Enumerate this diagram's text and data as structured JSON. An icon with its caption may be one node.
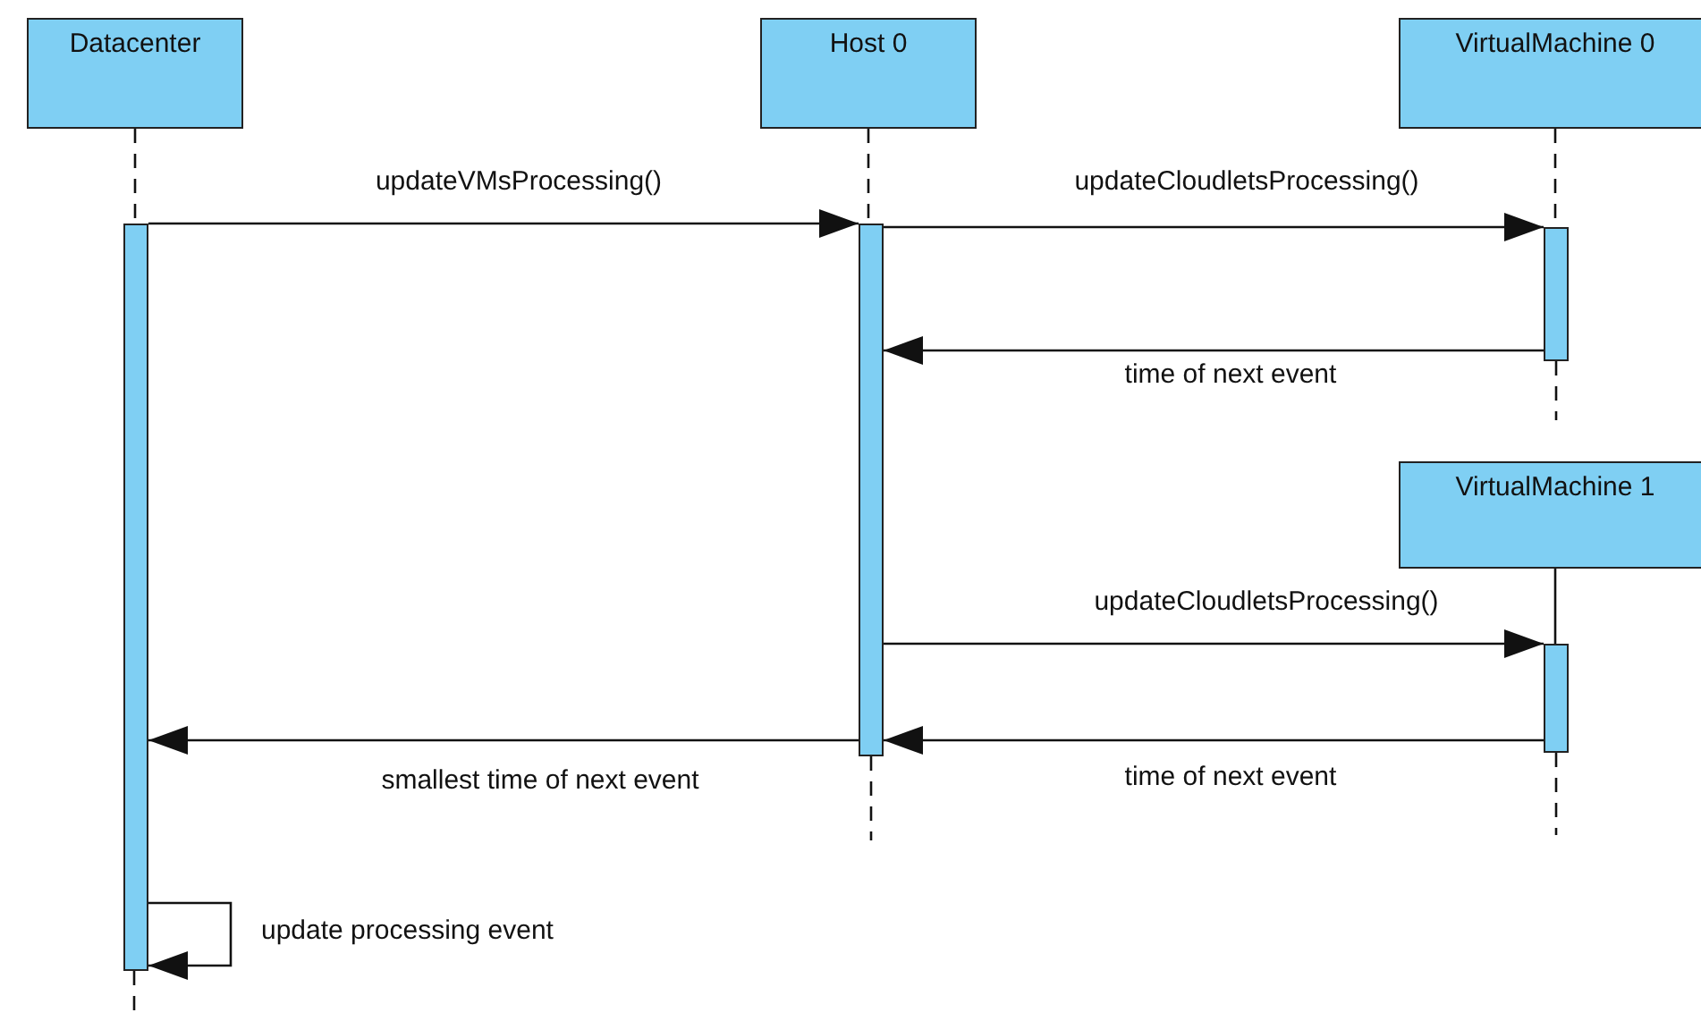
{
  "diagram": {
    "nodes": [
      {
        "text": [
          "Datacenter"
        ]
      },
      {
        "text": [
          "Host 0"
        ]
      },
      {
        "text": [
          "VirtualMachine 0"
        ]
      },
      {
        "text": [
          "VirtualMachine 1"
        ]
      },
      {
        "text": [],
        "shape": "bar"
      },
      {
        "text": [],
        "shape": "bar"
      },
      {
        "text": [],
        "shape": "bar"
      },
      {
        "text": [],
        "shape": "bar"
      }
    ],
    "edges": [
      {
        "from": 0,
        "to": 4,
        "arrow": "none",
        "style": "dashed"
      },
      {
        "from": 1,
        "to": 5,
        "arrow": "none",
        "style": "dashed"
      },
      {
        "from": 2,
        "to": 6,
        "arrow": "none",
        "style": "dashed"
      },
      {
        "from": 3,
        "to": 7,
        "arrow": "none"
      },
      {
        "from": 4,
        "to": 5,
        "arrow": "to",
        "label": "updateVMsProcessing()"
      },
      {
        "from": 5,
        "to": 6,
        "arrow": "to",
        "label": "updateCloudletsProcessing()"
      },
      {
        "from": 6,
        "to": 5,
        "arrow": "to",
        "label": "time of next event"
      },
      {
        "from": 5,
        "to": 7,
        "arrow": "to",
        "label": "updateCloudletsProcessing()"
      },
      {
        "from": 7,
        "to": 5,
        "arrow": "to",
        "label": "time of next event"
      },
      {
        "from": 5,
        "to": 4,
        "arrow": "to",
        "label": "smallest time of next event"
      },
      {
        "from": 4,
        "to": 4,
        "arrow": "to",
        "label": "update processing event"
      }
    ]
  }
}
